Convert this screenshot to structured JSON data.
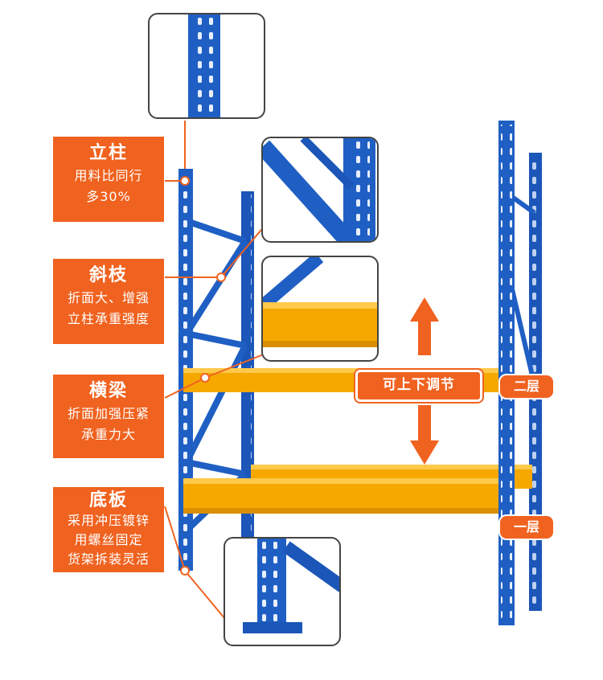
{
  "labels": {
    "column": {
      "title": "立柱",
      "lines": [
        "用料比同行",
        "多30%"
      ]
    },
    "brace": {
      "title": "斜枝",
      "lines": [
        "折面大、增强",
        "立柱承重强度"
      ]
    },
    "beam": {
      "title": "横梁",
      "lines": [
        "折面加强压紧",
        "承重力大"
      ]
    },
    "base": {
      "title": "底板",
      "lines": [
        "采用冲压镀锌",
        "用螺丝固定",
        "货架拆装灵活"
      ]
    }
  },
  "adjust_label": "可上下调节",
  "levels": {
    "second": "二层",
    "first": "一层"
  },
  "colors": {
    "upright": "#1f5fc4",
    "beam": "#f5a800",
    "accent": "#f0621f"
  }
}
